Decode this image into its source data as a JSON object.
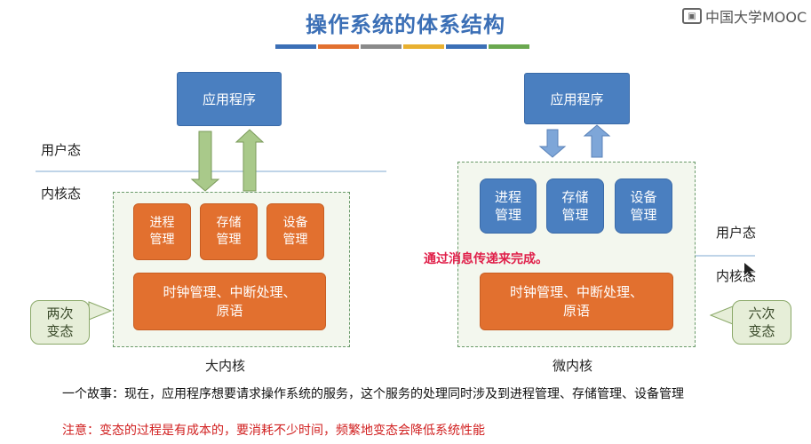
{
  "slide": {
    "title": "操作系统的体系结构",
    "logo_text": "中国大学MOOC",
    "logo_icon": "mooc-logo-icon",
    "divider_colors": [
      "#3b6fb6",
      "#e2702f",
      "#8a8a8a",
      "#e8b030",
      "#3b6fb6",
      "#6aa84f"
    ]
  },
  "left": {
    "app": "应用程序",
    "user_mode": "用户态",
    "kernel_mode": "内核态",
    "modules": [
      "进程\n管理",
      "存储\n管理",
      "设备\n管理"
    ],
    "bottom": "时钟管理、中断处理、\n原语",
    "switch_note": "两次\n变态",
    "caption": "大内核"
  },
  "right": {
    "app": "应用程序",
    "modules": [
      "进程\n管理",
      "存储\n管理",
      "设备\n管理"
    ],
    "user_mode": "用户态",
    "kernel_mode": "内核态",
    "bottom": "时钟管理、中断处理、\n原语",
    "switch_note": "六次\n变态",
    "caption": "微内核",
    "annotation": "通过消息传递来完成。"
  },
  "text": {
    "story": "一个故事：现在，应用程序想要请求操作系统的服务，这个服务的处理同时涉及到进程管理、存储管理、设备管理",
    "note": "注意：变态的过程是有成本的，要消耗不少时间，频繁地变态会降低系统性能"
  },
  "colors": {
    "blue": "#4a7fc0",
    "orange": "#e2702f",
    "green": "#8ab060",
    "red_note": "#d12020"
  }
}
